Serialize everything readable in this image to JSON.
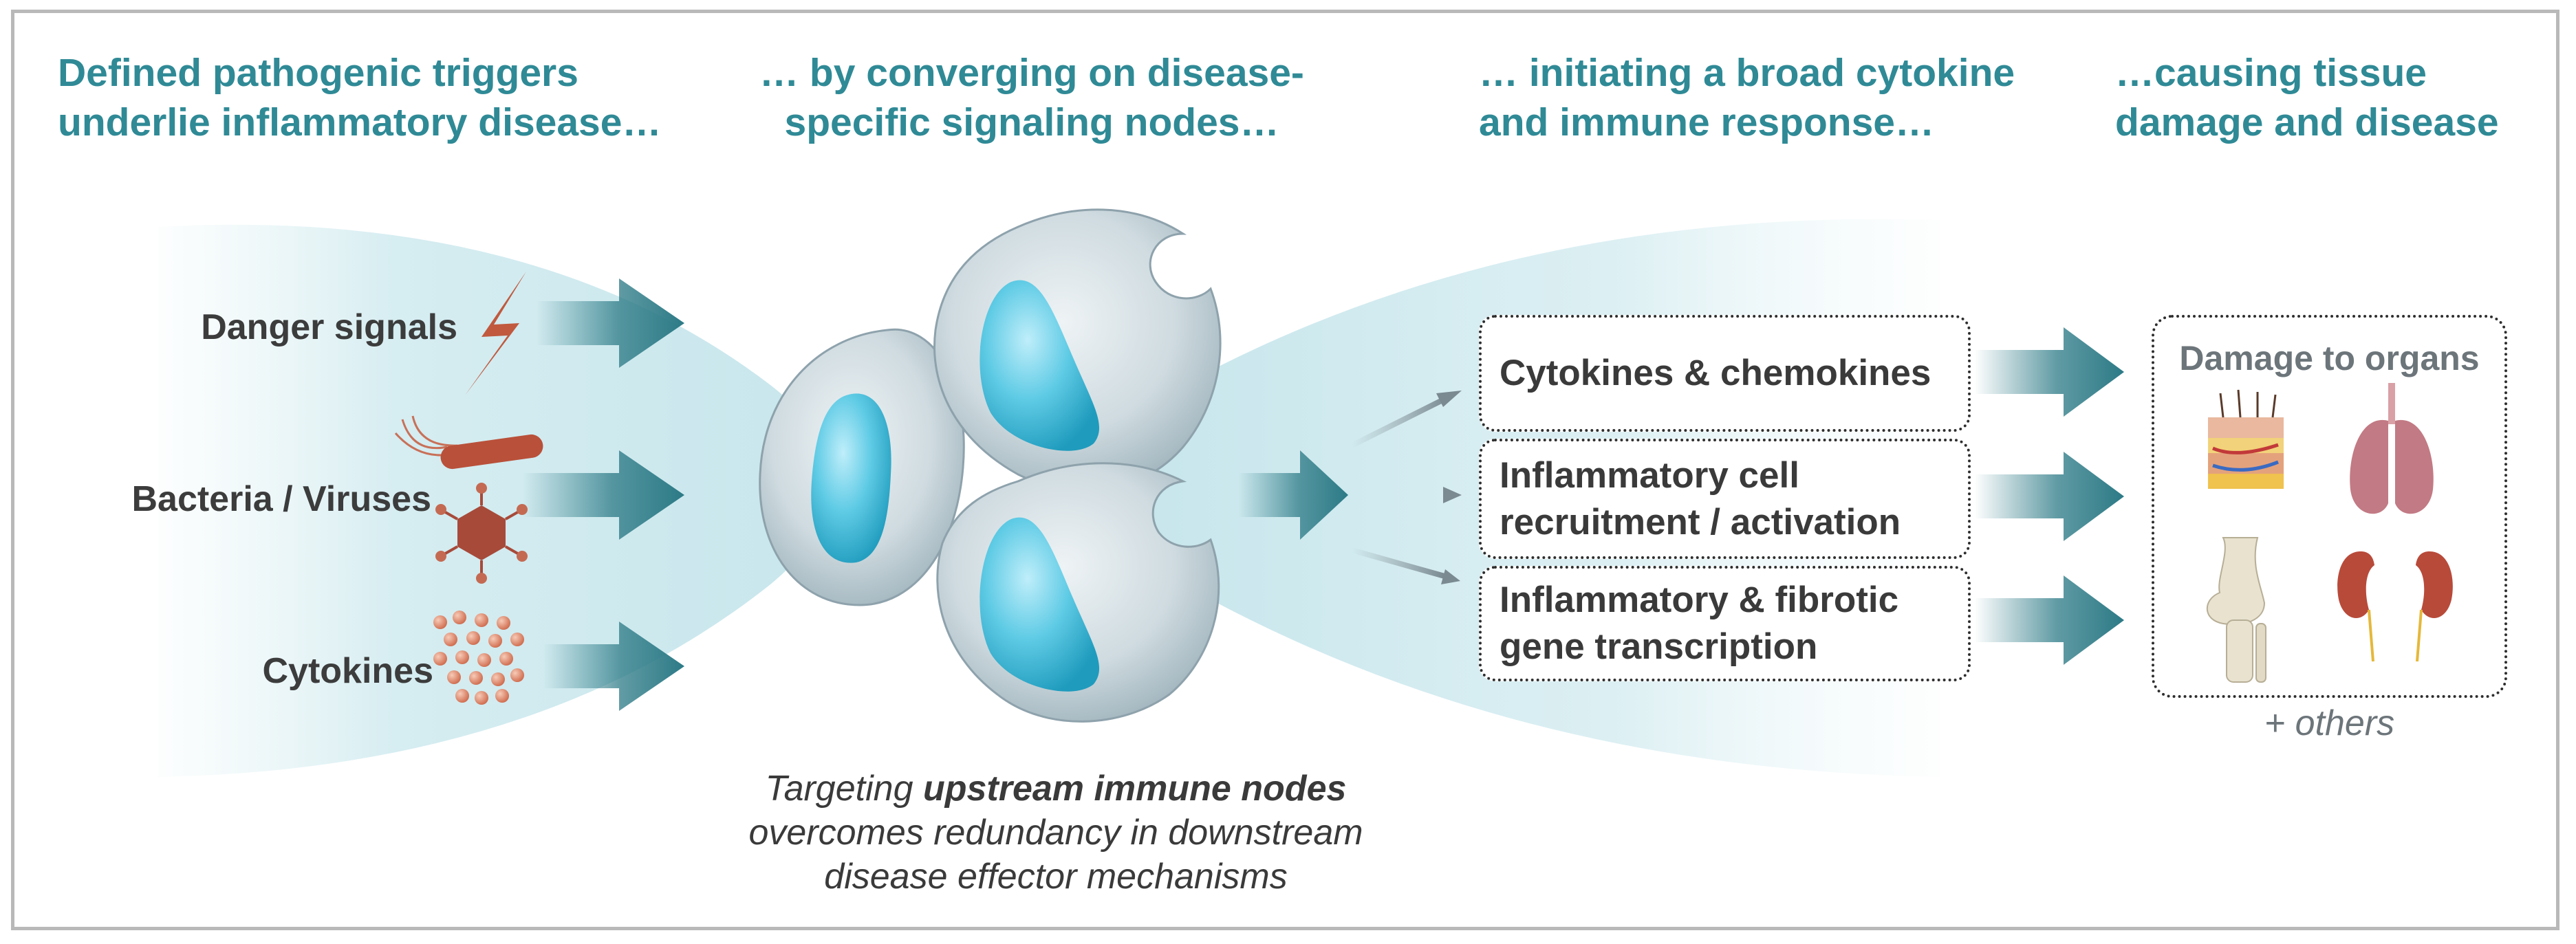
{
  "headings": {
    "triggers": [
      "Defined pathogenic triggers",
      "underlie inflammatory disease…"
    ],
    "converging": [
      "… by converging on disease-",
      "specific signaling nodes…"
    ],
    "response": [
      "… initiating a broad cytokine",
      "and immune response…"
    ],
    "damage": [
      "…causing tissue",
      "damage and disease"
    ]
  },
  "triggers": {
    "danger": "Danger signals",
    "bacteria": "Bacteria / Viruses",
    "cytokines": "Cytokines"
  },
  "caption": {
    "line1_prefix": "Targeting ",
    "line1_bold": "upstream immune nodes",
    "line2": "overcomes redundancy in downstream",
    "line3": "disease effector mechanisms"
  },
  "responses": [
    [
      "Cytokines & chemokines"
    ],
    [
      "Inflammatory cell",
      "recruitment / activation"
    ],
    [
      "Inflammatory & fibrotic",
      "gene transcription"
    ]
  ],
  "organs": {
    "title": "Damage to organs",
    "others": "+ others",
    "icons": [
      "skin-icon",
      "lungs-icon",
      "knee-joint-icon",
      "kidneys-icon"
    ]
  },
  "colors": {
    "heading": "#2f8a96",
    "arrow": "#2c7a86",
    "glow": "#cfe9ee",
    "nucleus": "#3cb8d6",
    "cell": "#c6d3d9",
    "trigger_icon": "#c0593e"
  }
}
